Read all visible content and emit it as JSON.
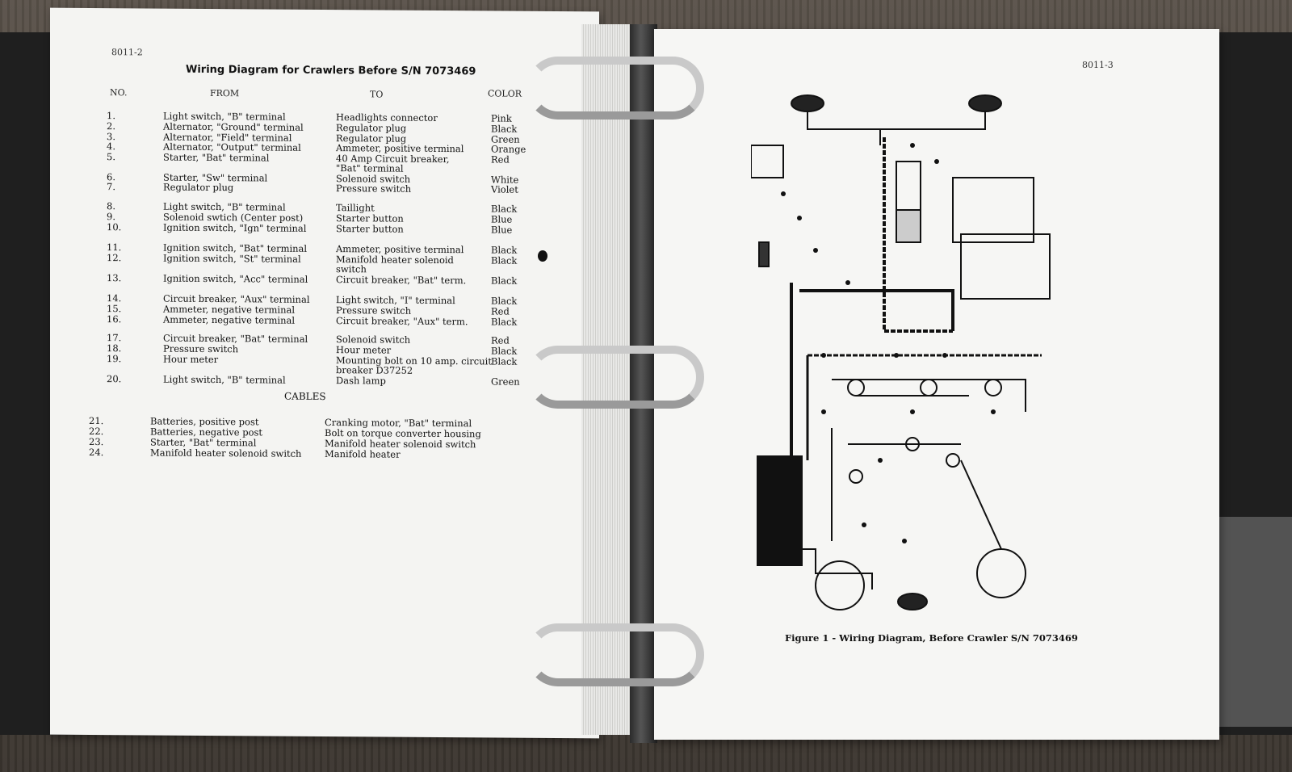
{
  "left_page": {
    "page_number": "8011-2",
    "title": "Wiring Diagram for Crawlers Before S/N 7073469",
    "headers": {
      "no": "NO.",
      "from": "FROM",
      "to": "TO",
      "color": "COLOR"
    },
    "wires": [
      {
        "no": "1.",
        "from": "Light switch, \"B\" terminal",
        "to": "Headlights connector",
        "color": "Pink"
      },
      {
        "no": "2.",
        "from": "Alternator, \"Ground\" terminal",
        "to": "Regulator plug",
        "color": "Black"
      },
      {
        "no": "3.",
        "from": "Alternator, \"Field\" terminal",
        "to": "Regulator plug",
        "color": "Green"
      },
      {
        "no": "4.",
        "from": "Alternator, \"Output\" terminal",
        "to": "Ammeter, positive terminal",
        "color": "Orange"
      },
      {
        "no": "5.",
        "from": "Starter, \"Bat\" terminal",
        "to": "40 Amp Circuit breaker,",
        "to2": "\"Bat\" terminal",
        "color": "Red"
      },
      {
        "no": "6.",
        "from": "Starter, \"Sw\" terminal",
        "to": "Solenoid switch",
        "color": "White"
      },
      {
        "no": "7.",
        "from": "Regulator plug",
        "to": "Pressure switch",
        "color": "Violet"
      },
      {
        "no": "8.",
        "from": "Light switch, \"B\" terminal",
        "to": "Taillight",
        "color": "Black"
      },
      {
        "no": "9.",
        "from": "Solenoid swtich (Center post)",
        "to": "Starter button",
        "color": "Blue"
      },
      {
        "no": "10.",
        "from": "Ignition switch, \"Ign\" terminal",
        "to": "Starter button",
        "color": "Blue"
      },
      {
        "no": "11.",
        "from": "Ignition switch, \"Bat\" terminal",
        "to": "Ammeter, positive terminal",
        "color": "Black"
      },
      {
        "no": "12.",
        "from": "Ignition switch, \"St\" terminal",
        "to": "Manifold heater solenoid",
        "to2": "switch",
        "color": "Black"
      },
      {
        "no": "13.",
        "from": "Ignition switch, \"Acc\" terminal",
        "to": "Circuit breaker, \"Bat\" term.",
        "color": "Black"
      },
      {
        "no": "14.",
        "from": "Circuit breaker, \"Aux\" terminal",
        "to": "Light switch, \"I\" terminal",
        "color": "Black"
      },
      {
        "no": "15.",
        "from": "Ammeter, negative terminal",
        "to": "Pressure switch",
        "color": "Red"
      },
      {
        "no": "16.",
        "from": "Ammeter, negative terminal",
        "to": "Circuit breaker, \"Aux\" term.",
        "color": "Black"
      },
      {
        "no": "17.",
        "from": "Circuit breaker, \"Bat\" terminal",
        "to": "Solenoid switch",
        "color": "Red"
      },
      {
        "no": "18.",
        "from": "Pressure switch",
        "to": "Hour meter",
        "color": "Black"
      },
      {
        "no": "19.",
        "from": "Hour meter",
        "to": "Mounting bolt on 10 amp. circuit",
        "to2": "breaker D37252",
        "color": "Black"
      },
      {
        "no": "20.",
        "from": "Light switch, \"B\" terminal",
        "to": "Dash lamp",
        "color": "Green"
      }
    ],
    "cables_heading": "CABLES",
    "cables": [
      {
        "no": "21.",
        "from": "Batteries, positive post",
        "to": "Cranking motor, \"Bat\" terminal"
      },
      {
        "no": "22.",
        "from": "Batteries, negative post",
        "to": "Bolt on torque converter housing"
      },
      {
        "no": "23.",
        "from": "Starter, \"Bat\" terminal",
        "to": "Manifold heater solenoid switch"
      },
      {
        "no": "24.",
        "from": "Manifold heater solenoid switch",
        "to": "Manifold heater"
      }
    ]
  },
  "right_page": {
    "page_number": "8011-3",
    "caption": "Figure 1 - Wiring Diagram, Before Crawler S/N 7073469"
  }
}
